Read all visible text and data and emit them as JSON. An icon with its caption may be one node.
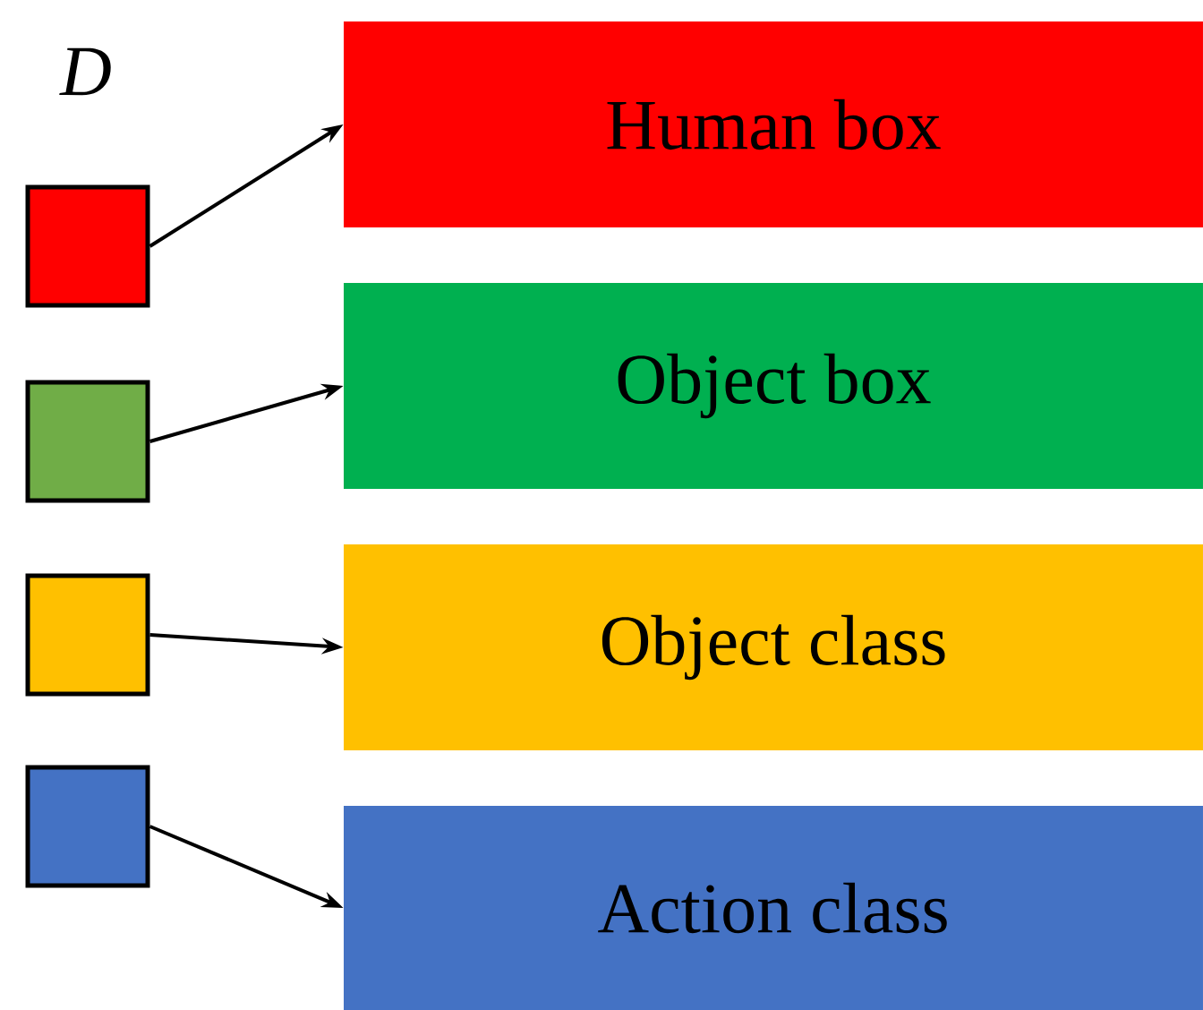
{
  "diagram": {
    "nodes": [
      {
        "text": [],
        "shape": "box"
      },
      {
        "text": [],
        "shape": "box"
      },
      {
        "text": [],
        "shape": "box"
      },
      {
        "text": [],
        "shape": "box"
      },
      {
        "text": [
          "Human box"
        ]
      },
      {
        "text": [
          "Object box"
        ]
      },
      {
        "text": [
          "Object class"
        ]
      },
      {
        "text": [
          "Action class"
        ]
      }
    ],
    "edges": [
      {
        "from": 0,
        "to": 4,
        "arrow": "to"
      },
      {
        "from": 1,
        "to": 5,
        "arrow": "to"
      },
      {
        "from": 2,
        "to": 6,
        "arrow": "to"
      },
      {
        "from": 3,
        "to": 7,
        "arrow": "to"
      }
    ],
    "labels": [
      "D"
    ]
  }
}
